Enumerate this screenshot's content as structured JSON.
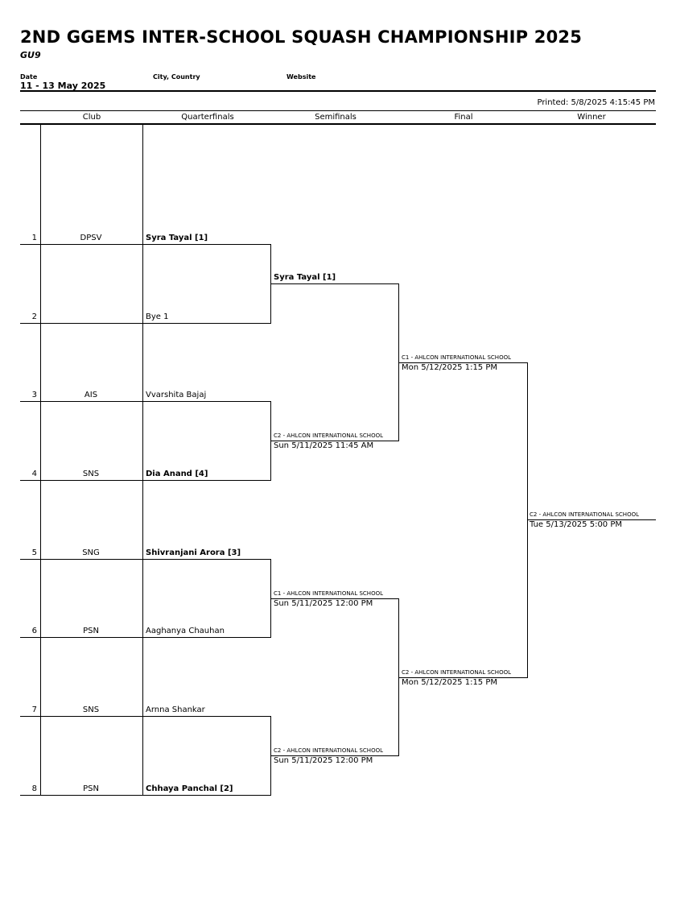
{
  "header": {
    "title": "2ND GGEMS INTER-SCHOOL SQUASH CHAMPIONSHIP  2025",
    "subtitle": "GU9",
    "date_label": "Date",
    "date_value": "11 - 13 May 2025",
    "city_label": "City, Country",
    "website_label": "Website",
    "printed": "Printed: 5/8/2025 4:15:45 PM"
  },
  "columns": {
    "club": "Club",
    "quarterfinals": "Quarterfinals",
    "semifinals": "Semifinals",
    "final": "Final",
    "winner": "Winner"
  },
  "entries": [
    {
      "seed": "1",
      "club": "DPSV",
      "player": "Syra Tayal [1]",
      "bold": true
    },
    {
      "seed": "2",
      "club": "",
      "player": "Bye 1",
      "bold": false
    },
    {
      "seed": "3",
      "club": "AIS",
      "player": "Vvarshita Bajaj",
      "bold": false
    },
    {
      "seed": "4",
      "club": "SNS",
      "player": "Dia Anand [4]",
      "bold": true
    },
    {
      "seed": "5",
      "club": "SNG",
      "player": "Shivranjani Arora [3]",
      "bold": true
    },
    {
      "seed": "6",
      "club": "PSN",
      "player": "Aaghanya Chauhan",
      "bold": false
    },
    {
      "seed": "7",
      "club": "SNS",
      "player": "Arnna Shankar",
      "bold": false
    },
    {
      "seed": "8",
      "club": "PSN",
      "player": "Chhaya Panchal [2]",
      "bold": true
    }
  ],
  "semifinals": [
    {
      "player": "Syra Tayal [1]",
      "court": "",
      "time": ""
    },
    {
      "player": "",
      "court": "C2 - AHLCON INTERNATIONAL SCHOOL",
      "time": "Sun 5/11/2025 11:45 AM"
    },
    {
      "player": "",
      "court": "C1 - AHLCON INTERNATIONAL SCHOOL",
      "time": "Sun 5/11/2025 12:00 PM"
    },
    {
      "player": "",
      "court": "C2 - AHLCON INTERNATIONAL SCHOOL",
      "time": "Sun 5/11/2025 12:00 PM"
    }
  ],
  "final": [
    {
      "court": "C1 - AHLCON INTERNATIONAL SCHOOL",
      "time": "Mon 5/12/2025 1:15 PM"
    },
    {
      "court": "C2 - AHLCON INTERNATIONAL SCHOOL",
      "time": "Mon 5/12/2025 1:15 PM"
    }
  ],
  "winner": {
    "court": "C2 - AHLCON INTERNATIONAL SCHOOL",
    "time": "Tue 5/13/2025 5:00 PM"
  }
}
